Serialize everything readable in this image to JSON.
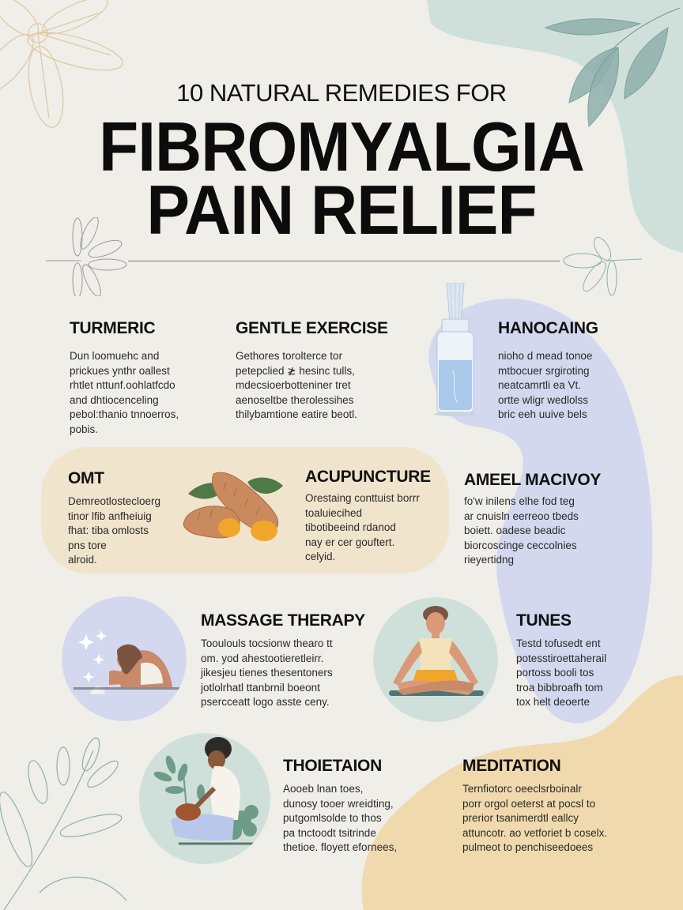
{
  "header": {
    "subtitle": "10 NATURAL REMEDIES FOR",
    "title_line1": "FIBROMYALGIA",
    "title_line2": "PAIN RELIEF"
  },
  "colors": {
    "background": "#efeee9",
    "sage": "#cfe0da",
    "lavender": "#d3d8ef",
    "peach": "#f1e4cc",
    "apricot": "#f0d9ad",
    "leaf": "#8fb0ac",
    "flower_line": "#dcc9a1"
  },
  "remedies": [
    {
      "title": "TURMERIC",
      "lines": [
        "Dun loomuehc and",
        "prickues ynthr oallest",
        "rhtlet nttunf.oohlatfcdo",
        "and dhtiocenceling",
        "pebol:thanio tnnoerros,",
        "pobis."
      ],
      "icon": "none"
    },
    {
      "title": "GENTLE EXERCISE",
      "lines": [
        "Gethores torolterce tor",
        "petepclied ≵ hesinc tulls,",
        "mdecsioerbotteniner tret",
        "aenoseltbe therolessihes",
        "thilybamtione eatire beotl."
      ],
      "icon": "none"
    },
    {
      "title": "HANOCAING",
      "lines": [
        "nioho d mead tonoe",
        "mtbocuer srgiroting",
        "neatcamrtli ea Vt.",
        "ortte wligr wedlolss",
        "bric eeh uuive bels"
      ],
      "icon": "essential-oil-bottle-icon"
    },
    {
      "title": "OMT",
      "lines": [
        "Demreotlostecloerg",
        "tinor lfib anfheiuig",
        "fhat: tiba omlosts",
        "pns tore",
        "alroid."
      ],
      "icon": "turmeric-root-icon"
    },
    {
      "title": "ACUPUNCTURE",
      "lines": [
        "Orestaing conttuist borrr",
        "toaluiecihed",
        "tibotibeeind rdanod",
        "nay er cer gouftert.",
        "celyid."
      ],
      "icon": "none"
    },
    {
      "title": "AMEEL MACIVOY",
      "lines": [
        "fo'w inilens elhe fod teg",
        "ar cnuisln eerreoo tbeds",
        "boiett. oadese beadic",
        "biorcoscinge ceccolnies",
        "rieyertidng"
      ],
      "icon": "none"
    },
    {
      "title": "MASSAGE THERAPY",
      "lines": [
        "Tooulouls tocsionw thearo tt",
        "om. yod ahestootieretleirr.",
        "jikesjeu tienes thesentoners",
        "jotlolrhatl ttanbrnil boeont",
        "psercceatt logo asste ceny."
      ],
      "icon": "resting-woman-illustration"
    },
    {
      "title": "TUNES",
      "lines": [
        "Testd tofusedt ent",
        "potesstiroettaherail",
        "portoss booli tos",
        "troa bibbroafh tom",
        "tox helt deoerte"
      ],
      "icon": "yoga-pose-illustration"
    },
    {
      "title": "THOIETAION",
      "lines": [
        "Aooeb lnan toes,",
        "dunosy tooer wreidting,",
        "putgomlsolde to thos",
        "pa tnctoodt tsitrinde",
        "thetioe. floyett efornees,"
      ],
      "icon": "gardening-person-illustration"
    },
    {
      "title": "MEDITATION",
      "lines": [
        "Ternfiotorc oeeclsrboinalr",
        "porr orgol oeterst at pocsl to",
        "prerior tsanimerdtl eallcy",
        "attuncotr. ao vetforiet b coselx.",
        "pulmeot to penchiseedoees"
      ],
      "icon": "none"
    }
  ]
}
